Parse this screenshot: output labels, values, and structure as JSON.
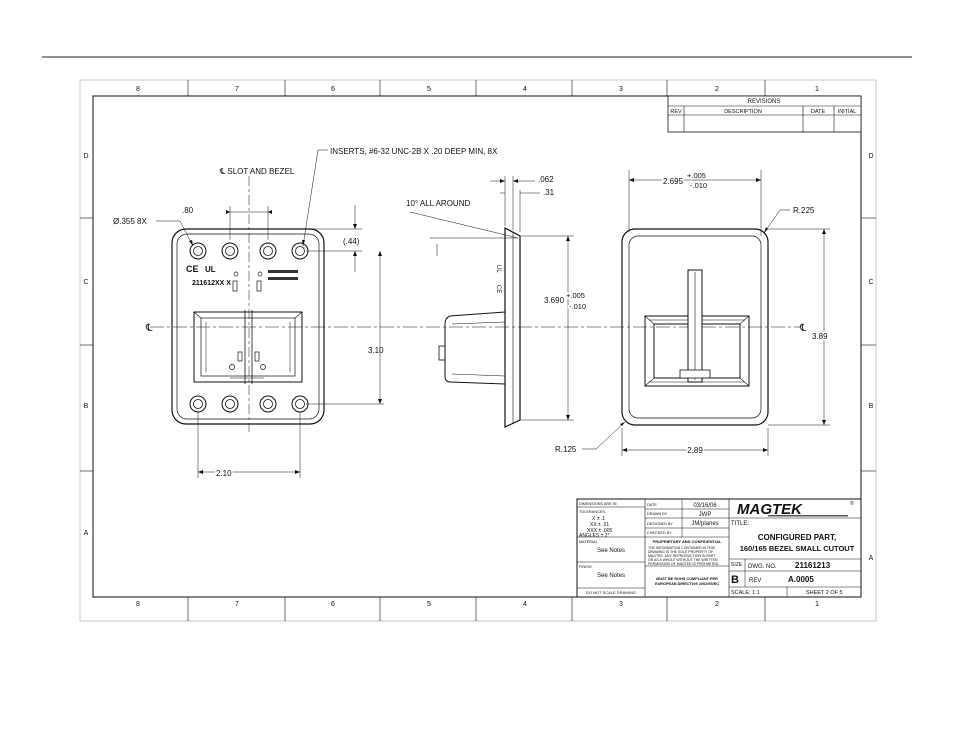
{
  "border": {
    "top_numbers": [
      "8",
      "7",
      "6",
      "5",
      "4",
      "3",
      "2",
      "1"
    ],
    "bottom_numbers": [
      "8",
      "7",
      "6",
      "5",
      "4",
      "3",
      "2",
      "1"
    ],
    "side_letters": [
      "D",
      "C",
      "B",
      "A"
    ]
  },
  "revisions": {
    "title": "REVISIONS",
    "col_rev": "REV",
    "col_description": "DESCRIPTION",
    "col_date": "DATE",
    "col_initial": "INITIAL"
  },
  "views": {
    "back": {
      "centerline_label": "℄ SLOT AND BEZEL",
      "inserts_note": "INSERTS, #6-32 UNC-2B X .20 DEEP MIN, 8X",
      "hole_dia": "Ø.355 8X",
      "dim_80": ".80",
      "dim_44": "(.44)",
      "dim_310": "3.10",
      "dim_210": "2.10",
      "part_label": "211612XX X",
      "cl": "℄"
    },
    "side": {
      "angle_note": "10° ALL AROUND",
      "dim_062": ".062",
      "dim_31": ".31",
      "dim_3690": "3.690",
      "tol_plus": "+.005",
      "tol_minus": "-.010"
    },
    "front": {
      "dim_2695": "2.695",
      "tol_plus": "+.005",
      "tol_minus": "-.010",
      "radius_large": "R.225",
      "radius_small": "R.125",
      "dim_389": "3.89",
      "dim_289": "2.89",
      "cl": "℄"
    }
  },
  "title_block": {
    "dims_in_inches": "DIMENSIONS ARE IN",
    "tolerances": "TOLERANCES:",
    "tol_x": "X  ± .1",
    "tol_xx": "XX  ± .01",
    "tol_xxx": "XXX  ± .005",
    "tol_angles": "ANGLES ± 2°",
    "material_label": "MATERIAL",
    "material": "See Notes",
    "finish_label": "FINISH",
    "finish": "See Notes",
    "do_not_scale": "DO NOT SCALE DRAWING",
    "date_label": "DATE",
    "date": "03/16/06",
    "drawn_by_label": "DRAWN BY",
    "drawn_by": "JWP",
    "designed_by_label": "DESIGNED BY",
    "designed_by": "JM/planes",
    "checked_by_label": "CHECKED BY",
    "proprietary_title": "PROPRIETARY AND CONFIDENTIAL",
    "proprietary_1": "THE INFORMATION CONTAINED IN THIS",
    "proprietary_2": "DRAWING IS THE SOLE PROPERTY OF",
    "proprietary_3": "MAGTEK. ANY REPRODUCTION IN PART",
    "proprietary_4": "OR AS A WHOLE WITHOUT THE WRITTEN",
    "proprietary_5": "PERMISSION OF MAGTEK IS PROHIBITED.",
    "rohs_1": "MUST BE ROHS COMPLIANT PER",
    "rohs_2": "EUROPEAN DIRECTIVE 2002/95/EC",
    "brand": "MAGTEK",
    "brand_mark": "®",
    "title_label": "TITLE:",
    "title_line1": "CONFIGURED PART,",
    "title_line2": "160/165 BEZEL SMALL CUTOUT",
    "size_label": "SIZE",
    "size": "B",
    "dwg_no_label": "DWG.  NO.",
    "dwg_no": "21161213",
    "rev_label": "REV",
    "rev": "A.0005",
    "scale": "SCALE: 1:1",
    "sheet": "SHEET 2 OF 5"
  }
}
